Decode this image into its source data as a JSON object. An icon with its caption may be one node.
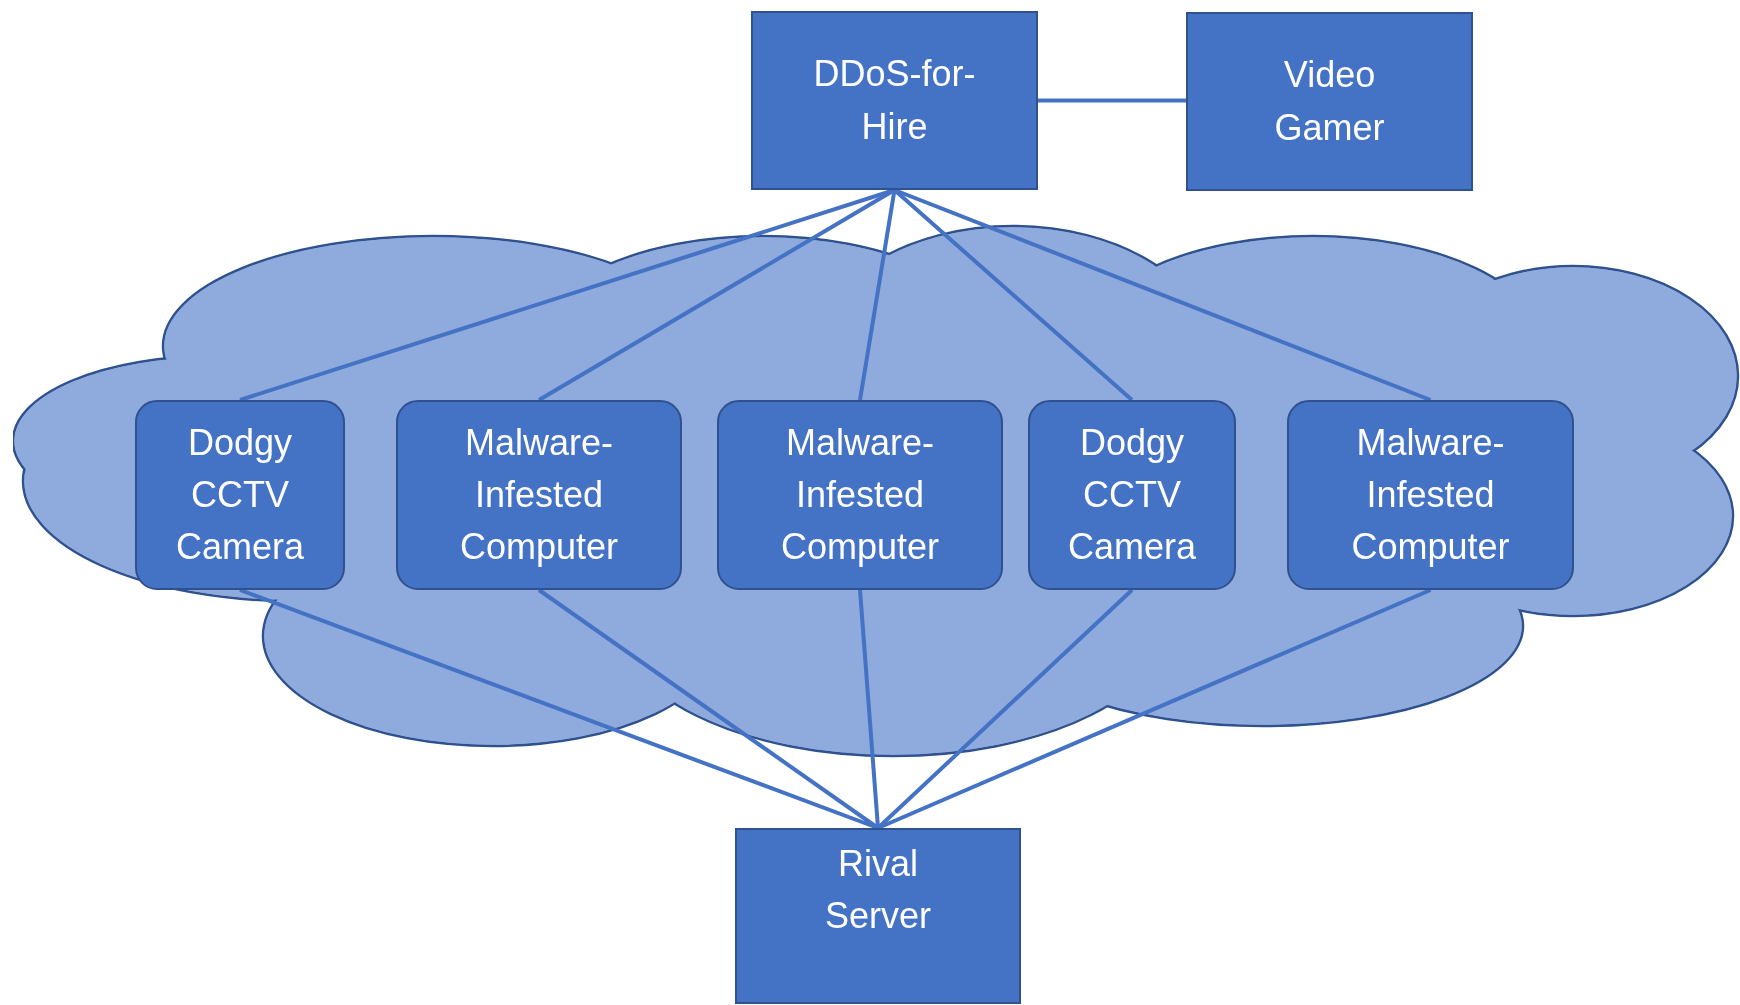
{
  "diagram": {
    "nodes": [
      {
        "text": [
          "DDoS-for-Hire"
        ]
      },
      {
        "text": [
          "Video Gamer"
        ]
      },
      {
        "text": [],
        "shape": "cloud"
      },
      {
        "text": [
          "Dodgy CCTV Camera"
        ],
        "in": 2
      },
      {
        "text": [
          "Malware-Infested Computer"
        ],
        "in": 2
      },
      {
        "text": [
          "Malware-Infested Computer"
        ],
        "in": 2
      },
      {
        "text": [
          "Dodgy CCTV Camera"
        ],
        "in": 2
      },
      {
        "text": [
          "Malware-Infested Computer"
        ],
        "in": 2
      },
      {
        "text": [
          "Rival Server"
        ]
      }
    ],
    "edges": [
      {
        "from": 0,
        "to": 1,
        "arrow": "none"
      },
      {
        "from": 0,
        "to": 3,
        "arrow": "none"
      },
      {
        "from": 0,
        "to": 4,
        "arrow": "none"
      },
      {
        "from": 0,
        "to": 5,
        "arrow": "none"
      },
      {
        "from": 0,
        "to": 6,
        "arrow": "none"
      },
      {
        "from": 0,
        "to": 7,
        "arrow": "none"
      },
      {
        "from": 3,
        "to": 8,
        "arrow": "none"
      },
      {
        "from": 4,
        "to": 8,
        "arrow": "none"
      },
      {
        "from": 5,
        "to": 8,
        "arrow": "none"
      },
      {
        "from": 6,
        "to": 8,
        "arrow": "none"
      },
      {
        "from": 7,
        "to": 8,
        "arrow": "none"
      }
    ]
  }
}
